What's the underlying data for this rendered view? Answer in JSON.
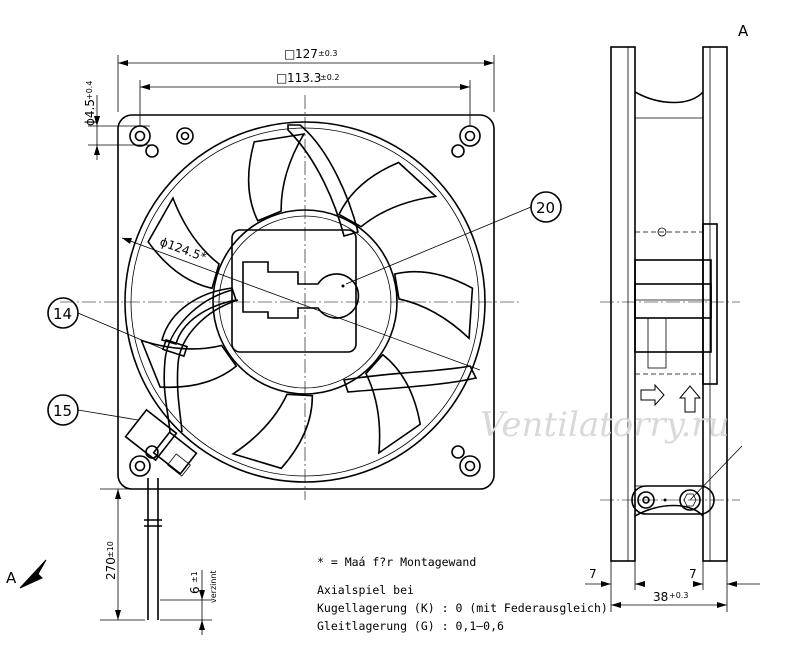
{
  "labels": {
    "view_a": "A",
    "view_a_arrow": "A",
    "callout_20": "20",
    "callout_14": "14",
    "callout_15": "15"
  },
  "dimensions": {
    "outer_symbol": "□",
    "outer_value": "127",
    "outer_tol": "±0.3",
    "hole_spacing_symbol": "□",
    "hole_spacing_value": "113.3",
    "hole_spacing_tol": "±0.2",
    "hole_dia_value": "ϕ4.5",
    "hole_dia_tol": "+0.4",
    "bore_dia": "ϕ124.5*",
    "cable_length_value": "270",
    "cable_length_tol": "±10",
    "strip_value": "6",
    "strip_tol": "±1",
    "strip_note": "verzinnt",
    "side_left": "7",
    "side_right": "7",
    "depth_value": "38",
    "depth_tol": "+0.3"
  },
  "notes": {
    "asterisk_note": "* = Maá f?r Montagewand",
    "axial_title": "Axialspiel bei",
    "axial_ball": "Kugellagerung (K) : 0 (mit Federausgleich)",
    "axial_sleeve": "Gleitlagerung  (G) : 0,1–0,6"
  },
  "watermark": "Ventilatorry.ru"
}
